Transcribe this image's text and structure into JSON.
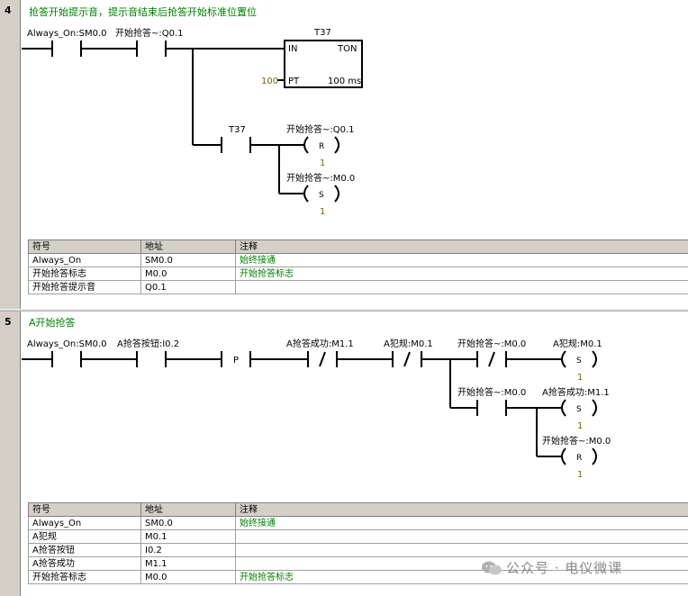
{
  "networks": [
    {
      "number": "4",
      "title": "抢答开始提示音，提示音结束后抢答开始标准位置位",
      "contacts": {
        "c1": "Always_On:SM0.0",
        "c2": "开始抢答~:Q0.1",
        "t37": "T37"
      },
      "timer": {
        "name": "T37",
        "in": "IN",
        "type": "TON",
        "pt": "PT",
        "base": "100 ms",
        "preset": "100"
      },
      "coils": [
        {
          "label": "开始抢答~:Q0.1",
          "op": "R",
          "count": "1"
        },
        {
          "label": "开始抢答~:M0.0",
          "op": "S",
          "count": "1"
        }
      ],
      "table": {
        "headers": [
          "符号",
          "地址",
          "注释"
        ],
        "rows": [
          [
            "Always_On",
            "SM0.0",
            "始终接通"
          ],
          [
            "开始抢答标志",
            "M0.0",
            "开始抢答标志"
          ],
          [
            "开始抢答提示音",
            "Q0.1",
            ""
          ]
        ]
      }
    },
    {
      "number": "5",
      "title": "A开始抢答",
      "contacts": {
        "c1": "Always_On:SM0.0",
        "c2": "A抢答按钮:I0.2",
        "p": "P",
        "c3": "A抢答成功:M1.1",
        "c4": "A犯规:M0.1",
        "c5": "开始抢答~:M0.0",
        "c6": "开始抢答~:M0.0",
        "ni": "/"
      },
      "coils": [
        {
          "label": "A犯规:M0.1",
          "op": "S",
          "count": "1"
        },
        {
          "label": "A抢答成功:M1.1",
          "op": "S",
          "count": "1"
        },
        {
          "label": "开始抢答~:M0.0",
          "op": "R",
          "count": "1"
        }
      ],
      "table": {
        "headers": [
          "符号",
          "地址",
          "注释"
        ],
        "rows": [
          [
            "Always_On",
            "SM0.0",
            "始终接通"
          ],
          [
            "A犯规",
            "M0.1",
            ""
          ],
          [
            "A抢答按钮",
            "I0.2",
            ""
          ],
          [
            "A抢答成功",
            "M1.1",
            ""
          ],
          [
            "开始抢答标志",
            "M0.0",
            "开始抢答标志"
          ]
        ]
      }
    }
  ],
  "watermark": "公众号 · 电仪微课"
}
